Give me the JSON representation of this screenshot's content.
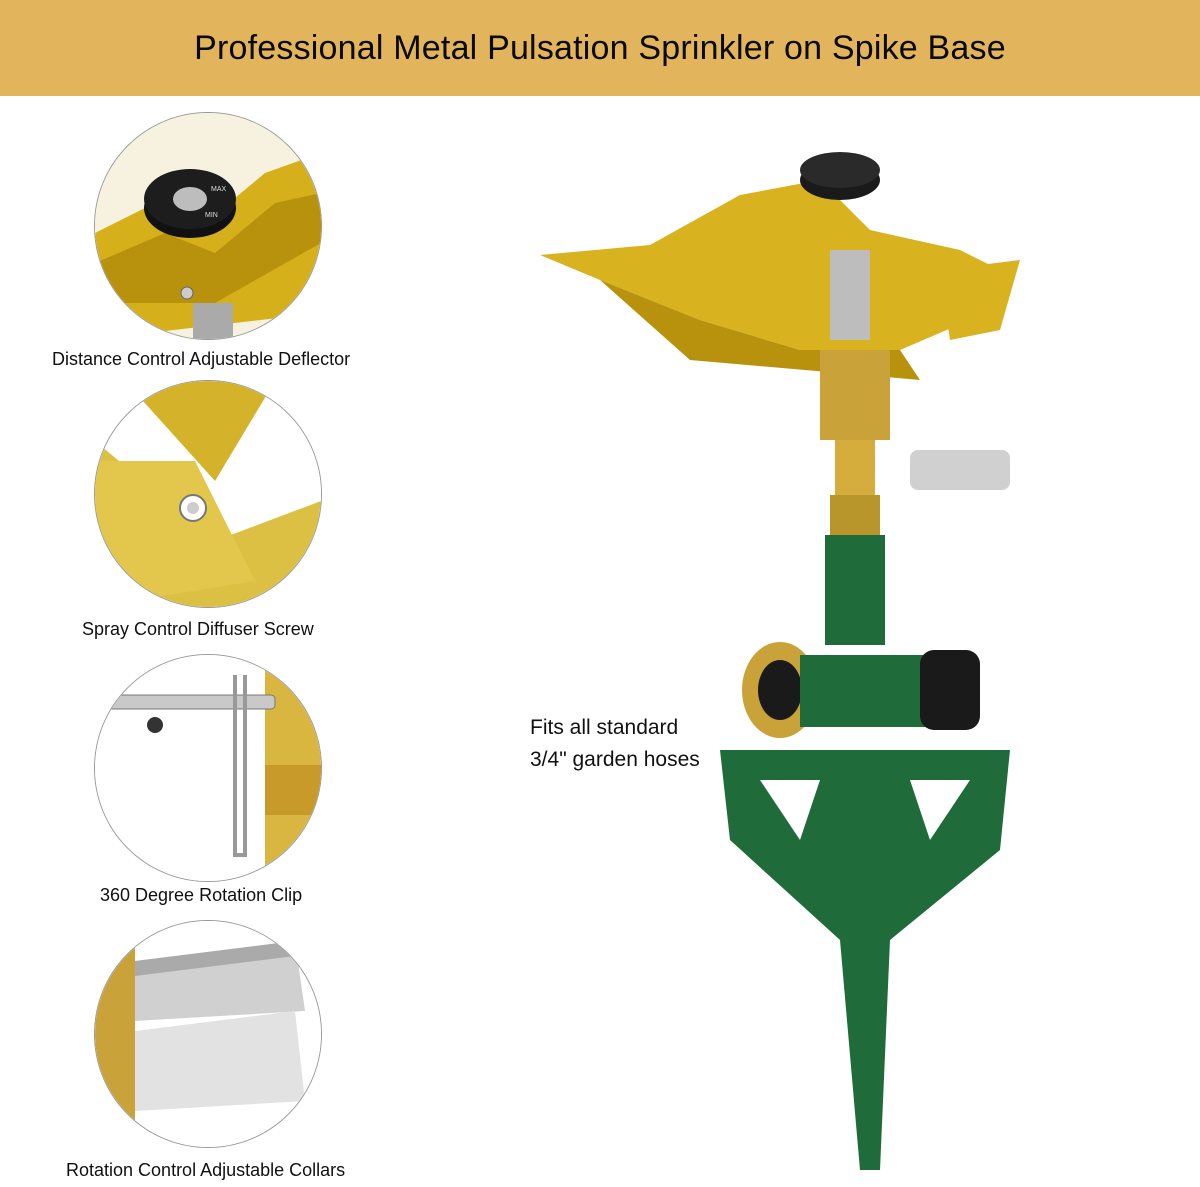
{
  "banner": {
    "title": "Professional Metal Pulsation Sprinkler on Spike Base",
    "background": "#e2b55c"
  },
  "features": [
    {
      "caption": "Distance Control Adjustable Deflector",
      "image": "deflector-closeup",
      "dial_labels": [
        "MAX",
        "MIN"
      ]
    },
    {
      "caption": "Spray Control Diffuser Screw",
      "image": "diffuser-screw-closeup"
    },
    {
      "caption": "360 Degree Rotation Clip",
      "image": "rotation-clip-closeup"
    },
    {
      "caption": "Rotation Control Adjustable Collars",
      "image": "collars-closeup"
    }
  ],
  "product": {
    "callout_line1": "Fits all standard",
    "callout_line2": "3/4\" garden hoses",
    "colors": {
      "metal": "#d9b21f",
      "spike": "#1f6b3a",
      "brass": "#c9a23a",
      "black": "#1a1a1a"
    }
  }
}
